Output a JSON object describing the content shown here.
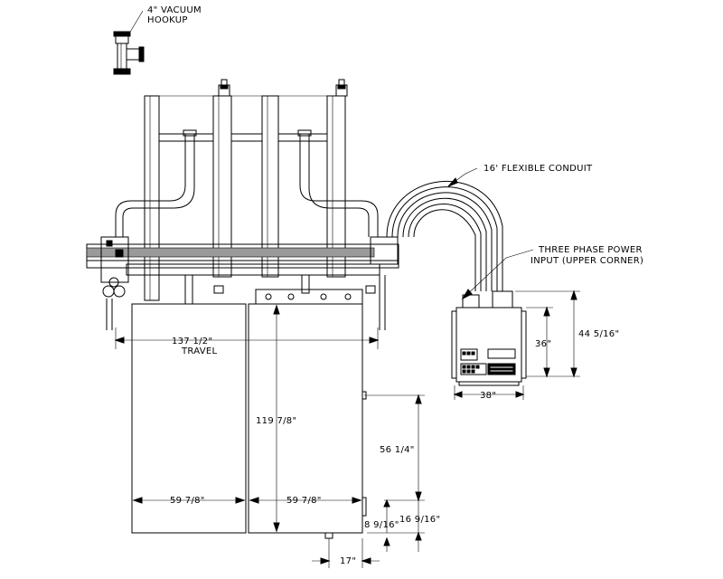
{
  "callouts": {
    "vacuum_line1": "4\" VACUUM",
    "vacuum_line2": "HOOKUP",
    "conduit": "16' FLEXIBLE CONDUIT",
    "power_line1": "THREE PHASE POWER",
    "power_line2": "INPUT (UPPER CORNER)"
  },
  "dimensions": {
    "travel_value": "137 1/2\"",
    "travel_label": "TRAVEL",
    "table_length": "119 7/8\"",
    "table_width_left": "59 7/8\"",
    "table_width_right": "59 7/8\"",
    "side_height": "56 1/4\"",
    "offset_lower": "16 9/16\"",
    "offset_small": "8 9/16\"",
    "bottom_offset": "17\"",
    "panel_width": "38\"",
    "panel_height_inner": "36\"",
    "panel_height_outer": "44 5/16\""
  }
}
